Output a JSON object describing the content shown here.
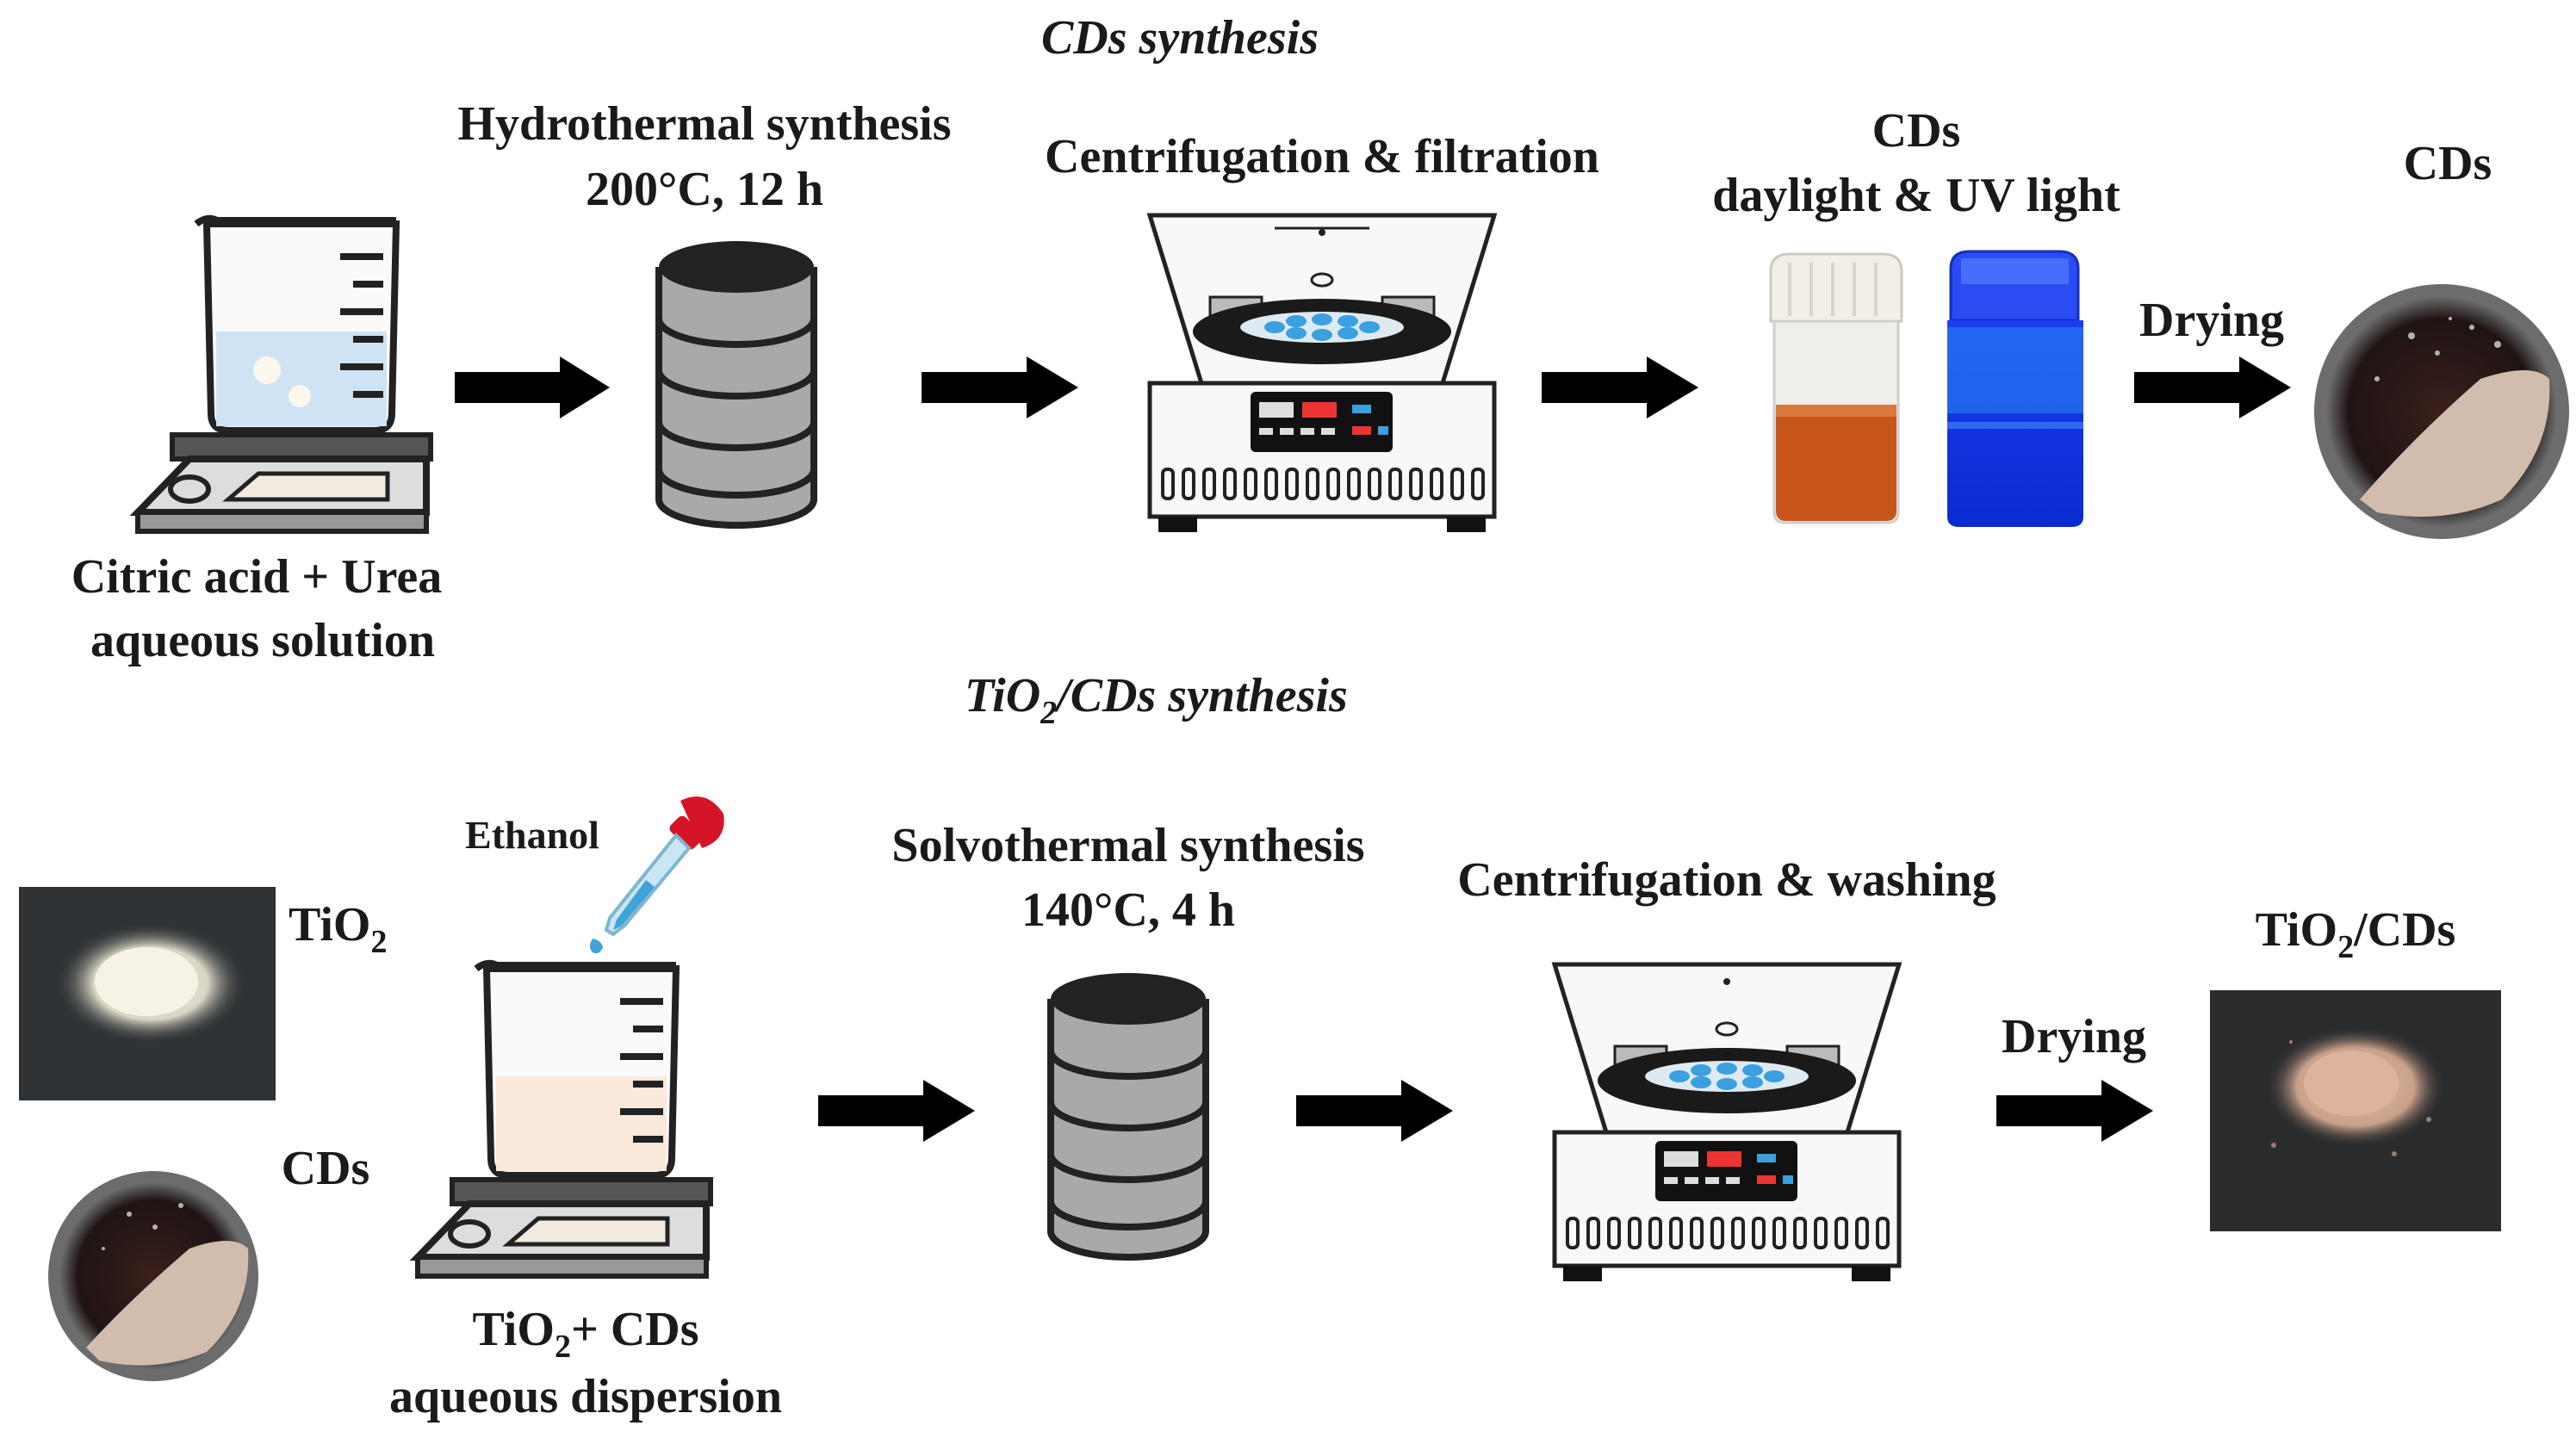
{
  "headings": {
    "top": "CDs synthesis",
    "bottom_main": "TiO",
    "bottom_sub": "2",
    "bottom_tail": "/CDs synthesis"
  },
  "top_row": {
    "balance_label_1": "Citric acid + Urea",
    "balance_label_2": "aqueous solution",
    "hydro_label_1": "Hydrothermal synthesis",
    "hydro_label_2": "200°C, 12 h",
    "centri_label": "Centrifugation & filtration",
    "vials_label_1": "CDs",
    "vials_label_2": "daylight & UV light",
    "drying_label": "Drying",
    "product_label": "CDs"
  },
  "bottom_row": {
    "tio2_label_main": "TiO",
    "tio2_label_sub": "2",
    "cds_label": "CDs",
    "ethanol_label": "Ethanol",
    "dispersion_label_1a": "TiO",
    "dispersion_label_1sub": "2",
    "dispersion_label_1b": "+ CDs",
    "dispersion_label_2": "aqueous dispersion",
    "solvo_label_1": "Solvothermal synthesis",
    "solvo_label_2": "140°C, 4 h",
    "centri_label": "Centrifugation & washing",
    "drying_label": "Drying",
    "product_main": "TiO",
    "product_sub": "2",
    "product_tail": "/CDs"
  },
  "colors": {
    "arrow": "#000000",
    "orange_liquid": "#c8561a",
    "uv_blue": "#1440e8",
    "centrifuge_blue": "#3aa0e0",
    "photo_bg": "#1c1f22",
    "beige_powder": "#d7ad96"
  }
}
